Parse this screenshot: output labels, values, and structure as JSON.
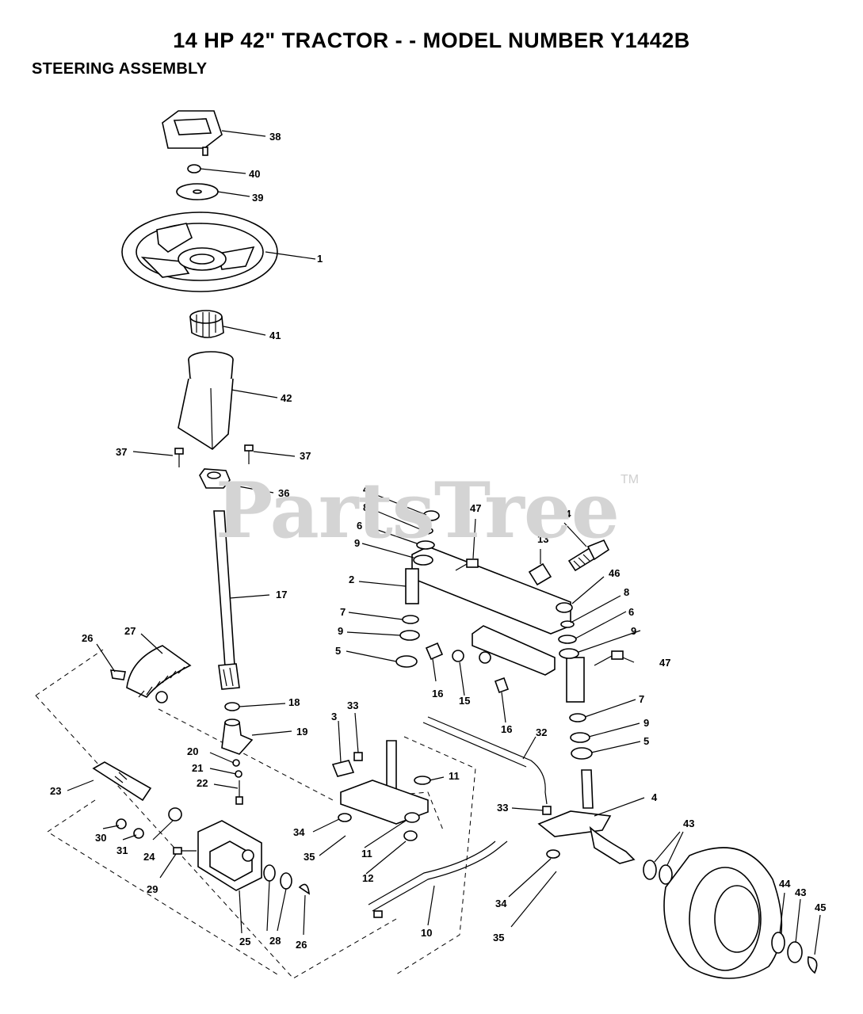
{
  "header": {
    "title": "14 HP 42\" TRACTOR - - MODEL NUMBER Y1442B",
    "subtitle": "STEERING ASSEMBLY"
  },
  "watermark": {
    "brand": "PartsTree",
    "trademark": "TM"
  },
  "callouts": [
    {
      "id": "c38",
      "label": "38"
    },
    {
      "id": "c40",
      "label": "40"
    },
    {
      "id": "c39",
      "label": "39"
    },
    {
      "id": "c1",
      "label": "1"
    },
    {
      "id": "c41",
      "label": "41"
    },
    {
      "id": "c42",
      "label": "42"
    },
    {
      "id": "c37a",
      "label": "37"
    },
    {
      "id": "c37b",
      "label": "37"
    },
    {
      "id": "c36",
      "label": "36"
    },
    {
      "id": "c17",
      "label": "17"
    },
    {
      "id": "c27",
      "label": "27"
    },
    {
      "id": "c26a",
      "label": "26"
    },
    {
      "id": "c18",
      "label": "18"
    },
    {
      "id": "c19",
      "label": "19"
    },
    {
      "id": "c20",
      "label": "20"
    },
    {
      "id": "c21",
      "label": "21"
    },
    {
      "id": "c22",
      "label": "22"
    },
    {
      "id": "c23",
      "label": "23"
    },
    {
      "id": "c30",
      "label": "30"
    },
    {
      "id": "c31",
      "label": "31"
    },
    {
      "id": "c24",
      "label": "24"
    },
    {
      "id": "c29",
      "label": "29"
    },
    {
      "id": "c25",
      "label": "25"
    },
    {
      "id": "c28",
      "label": "28"
    },
    {
      "id": "c26b",
      "label": "26"
    },
    {
      "id": "c46a",
      "label": "46"
    },
    {
      "id": "c8a",
      "label": "8"
    },
    {
      "id": "c6a",
      "label": "6"
    },
    {
      "id": "c9a",
      "label": "9"
    },
    {
      "id": "c2",
      "label": "2"
    },
    {
      "id": "c7a",
      "label": "7"
    },
    {
      "id": "c9b",
      "label": "9"
    },
    {
      "id": "c5a",
      "label": "5"
    },
    {
      "id": "c16a",
      "label": "16"
    },
    {
      "id": "c15",
      "label": "15"
    },
    {
      "id": "c16b",
      "label": "16"
    },
    {
      "id": "c47a",
      "label": "47"
    },
    {
      "id": "c13",
      "label": "13"
    },
    {
      "id": "c14",
      "label": "14"
    },
    {
      "id": "c46b",
      "label": "46"
    },
    {
      "id": "c8b",
      "label": "8"
    },
    {
      "id": "c6b",
      "label": "6"
    },
    {
      "id": "c9c",
      "label": "9"
    },
    {
      "id": "c47b",
      "label": "47"
    },
    {
      "id": "c7b",
      "label": "7"
    },
    {
      "id": "c9d",
      "label": "9"
    },
    {
      "id": "c5b",
      "label": "5"
    },
    {
      "id": "c3",
      "label": "3"
    },
    {
      "id": "c33a",
      "label": "33"
    },
    {
      "id": "c11a",
      "label": "11"
    },
    {
      "id": "c32",
      "label": "32"
    },
    {
      "id": "c33b",
      "label": "33"
    },
    {
      "id": "c4",
      "label": "4"
    },
    {
      "id": "c34a",
      "label": "34"
    },
    {
      "id": "c35a",
      "label": "35"
    },
    {
      "id": "c11b",
      "label": "11"
    },
    {
      "id": "c12",
      "label": "12"
    },
    {
      "id": "c10",
      "label": "10"
    },
    {
      "id": "c34b",
      "label": "34"
    },
    {
      "id": "c35b",
      "label": "35"
    },
    {
      "id": "c43a",
      "label": "43"
    },
    {
      "id": "c44",
      "label": "44"
    },
    {
      "id": "c43b",
      "label": "43"
    },
    {
      "id": "c45",
      "label": "45"
    }
  ]
}
